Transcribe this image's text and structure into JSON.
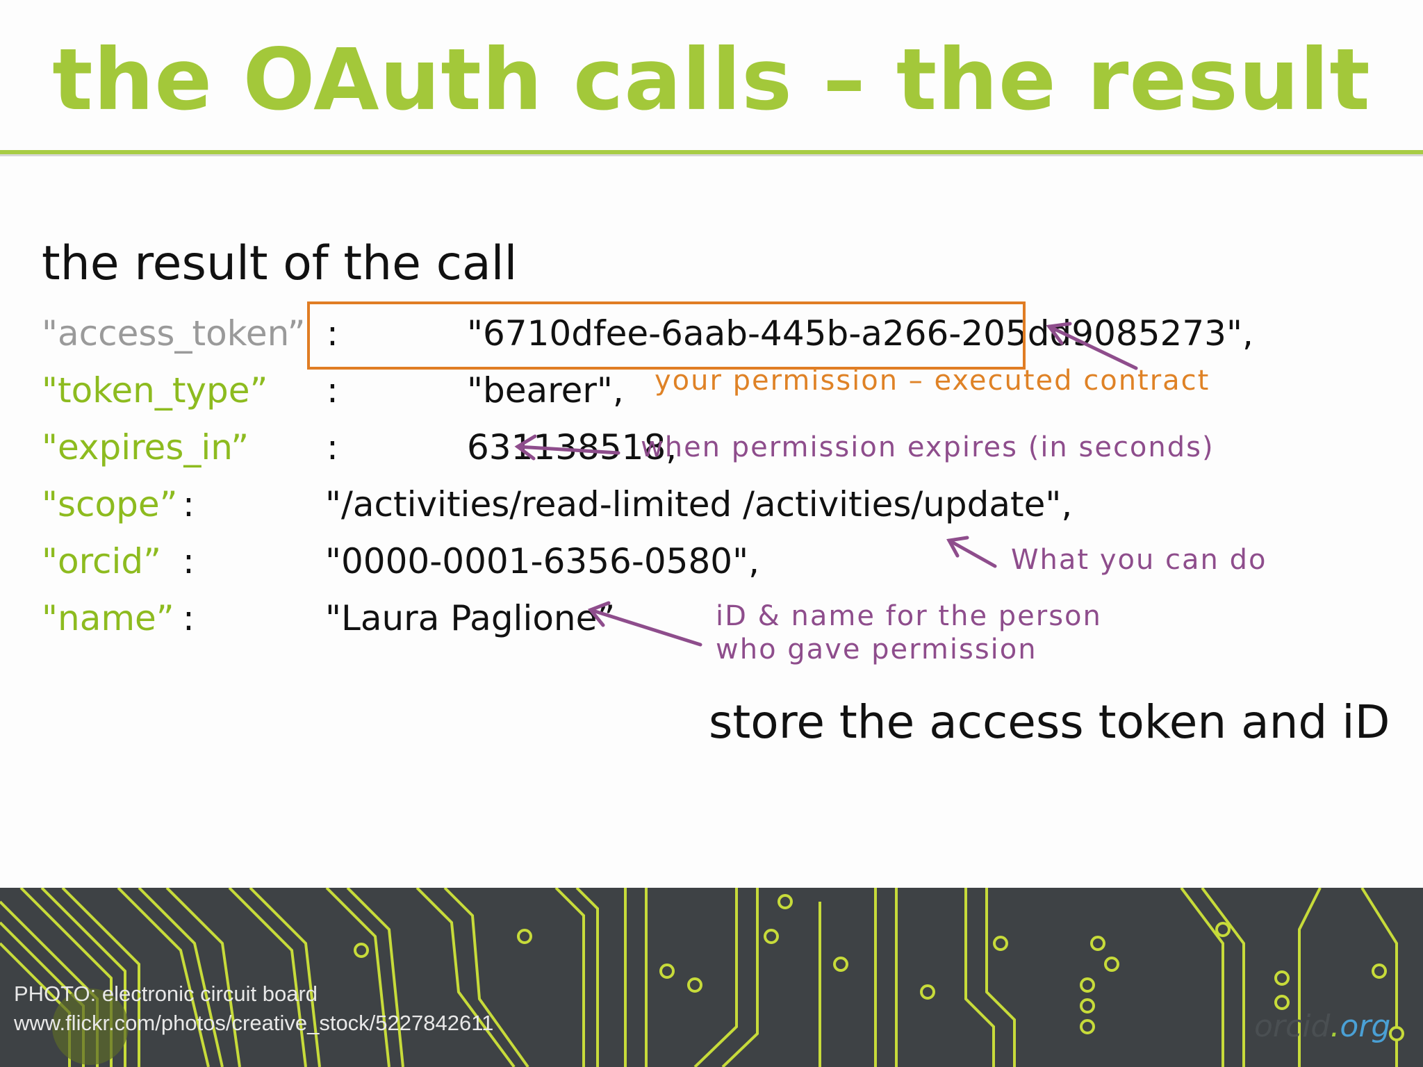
{
  "slide": {
    "title": "the OAuth calls – the result",
    "subtitle": "the result of the call",
    "store_text": "store the access token and iD"
  },
  "rows": [
    {
      "key": "\"access_token”",
      "colon": ":",
      "value": "\"6710dfee-6aab-445b-a266-205dd9085273\","
    },
    {
      "key": "\"token_type”",
      "colon": ":",
      "value": "\"bearer\","
    },
    {
      "key": "\"expires_in”",
      "colon": ":",
      "value": "631138518,"
    },
    {
      "key": "\"scope”",
      "colon": ":",
      "value": "\"/activities/read-limited /activities/update\","
    },
    {
      "key": "\"orcid”",
      "colon": ":",
      "value": "\"0000-0001-6356-0580\","
    },
    {
      "key": "\"name”",
      "colon": ":",
      "value": "\"Laura Paglione”"
    }
  ],
  "annotations": {
    "permission": "your permission – executed contract",
    "expires": "when permission expires (in seconds)",
    "scope": "What you can do",
    "person_line1": "iD & name for the person",
    "person_line2": "who gave permission"
  },
  "footer": {
    "photo_line1": "PHOTO: electronic circuit board",
    "photo_line2": "www.flickr.com/photos/creative_stock/5227842611",
    "logo_main": "orcid",
    "logo_dot": ".",
    "logo_org": "org"
  },
  "colors": {
    "accent_green": "#a3c83a",
    "highlight_orange": "#e07d24",
    "annotation_purple": "#8e4d8c"
  }
}
